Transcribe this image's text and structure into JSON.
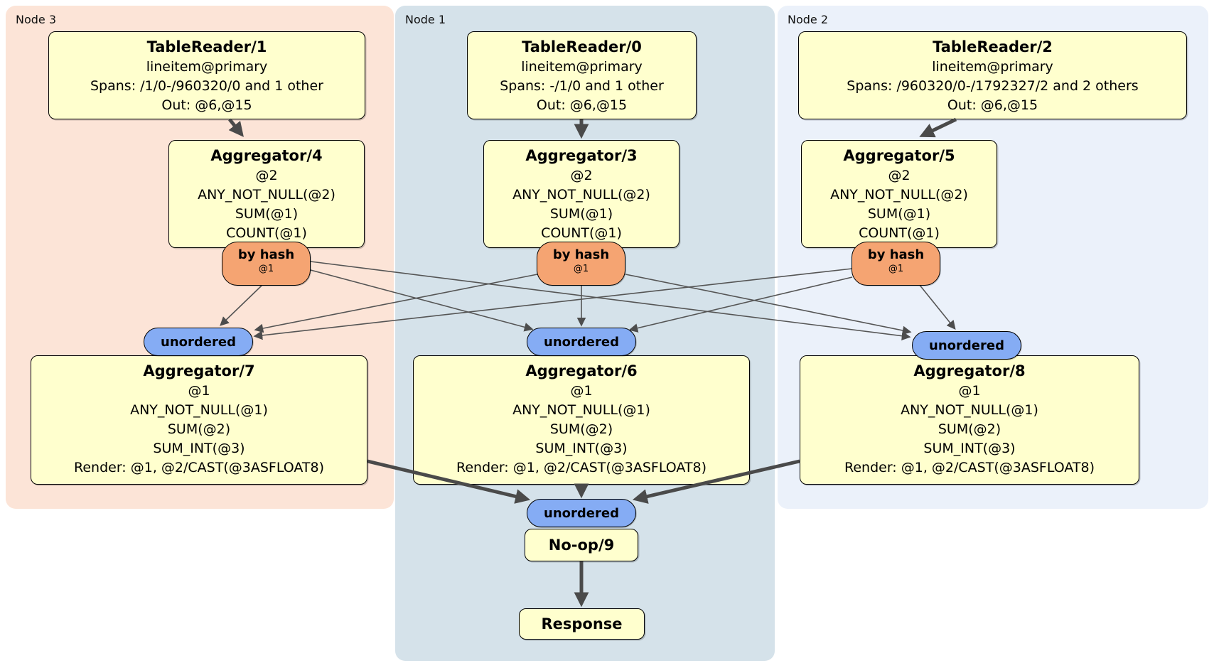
{
  "regions": [
    {
      "label": "Node 3"
    },
    {
      "label": "Node 1"
    },
    {
      "label": "Node 2"
    }
  ],
  "processors": {
    "tr1": {
      "title": "TableReader/1",
      "lines": [
        "lineitem@primary",
        "Spans: /1/0-/960320/0 and 1 other",
        "Out: @6,@15"
      ]
    },
    "tr0": {
      "title": "TableReader/0",
      "lines": [
        "lineitem@primary",
        "Spans: -/1/0 and 1 other",
        "Out: @6,@15"
      ]
    },
    "tr2": {
      "title": "TableReader/2",
      "lines": [
        "lineitem@primary",
        "Spans: /960320/0-/1792327/2 and 2 others",
        "Out: @6,@15"
      ]
    },
    "agg4": {
      "title": "Aggregator/4",
      "lines": [
        "@2",
        "ANY_NOT_NULL(@2)",
        "SUM(@1)",
        "COUNT(@1)"
      ]
    },
    "agg3": {
      "title": "Aggregator/3",
      "lines": [
        "@2",
        "ANY_NOT_NULL(@2)",
        "SUM(@1)",
        "COUNT(@1)"
      ]
    },
    "agg5": {
      "title": "Aggregator/5",
      "lines": [
        "@2",
        "ANY_NOT_NULL(@2)",
        "SUM(@1)",
        "COUNT(@1)"
      ]
    },
    "agg7": {
      "title": "Aggregator/7",
      "lines": [
        "@1",
        "ANY_NOT_NULL(@1)",
        "SUM(@2)",
        "SUM_INT(@3)",
        "Render: @1, @2/CAST(@3ASFLOAT8)"
      ]
    },
    "agg6": {
      "title": "Aggregator/6",
      "lines": [
        "@1",
        "ANY_NOT_NULL(@1)",
        "SUM(@2)",
        "SUM_INT(@3)",
        "Render: @1, @2/CAST(@3ASFLOAT8)"
      ]
    },
    "agg8": {
      "title": "Aggregator/8",
      "lines": [
        "@1",
        "ANY_NOT_NULL(@1)",
        "SUM(@2)",
        "SUM_INT(@3)",
        "Render: @1, @2/CAST(@3ASFLOAT8)"
      ]
    },
    "noop": {
      "title": "No-op/9"
    },
    "response": {
      "title": "Response"
    }
  },
  "routers": {
    "hash": {
      "label": "by hash",
      "tag": "@1"
    },
    "unordered": {
      "label": "unordered"
    }
  },
  "colors": {
    "processor_box_fill": "#ffffce",
    "hash_router_fill": "#f5a472",
    "unordered_router_fill": "#85acf4",
    "node3_region_bg": "#fce4d7",
    "node1_region_bg": "#d5e2ea",
    "node2_region_bg": "#ebf1fa",
    "edge_color": "#4d4d4d"
  }
}
